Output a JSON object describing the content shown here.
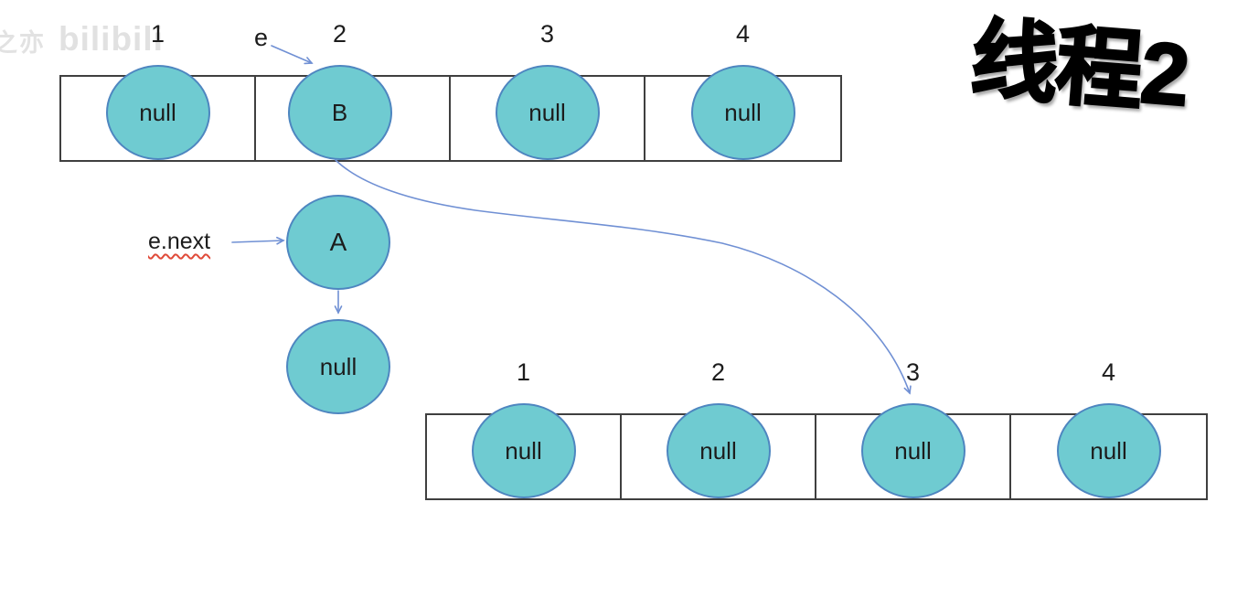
{
  "title": {
    "text": "线程2"
  },
  "watermark": {
    "prefix": "之亦",
    "logo": "bilibili"
  },
  "pointers": {
    "e": "e",
    "e_next": "e.next"
  },
  "top_array": {
    "indices": [
      "1",
      "2",
      "3",
      "4"
    ],
    "cells": [
      "null",
      "B",
      "null",
      "null"
    ]
  },
  "chain": {
    "head": "A",
    "next": "null"
  },
  "bottom_array": {
    "indices": [
      "1",
      "2",
      "3",
      "4"
    ],
    "cells": [
      "null",
      "null",
      "null",
      "null"
    ]
  },
  "colors": {
    "node_fill": "#6fcbd1",
    "node_border": "#4e86c0",
    "arrow": "#7090d4",
    "array_border": "#3f3f3f",
    "text": "#1c1c1c",
    "title": "#000000",
    "watermark": "#dedede",
    "squiggle": "#e04b3a"
  }
}
